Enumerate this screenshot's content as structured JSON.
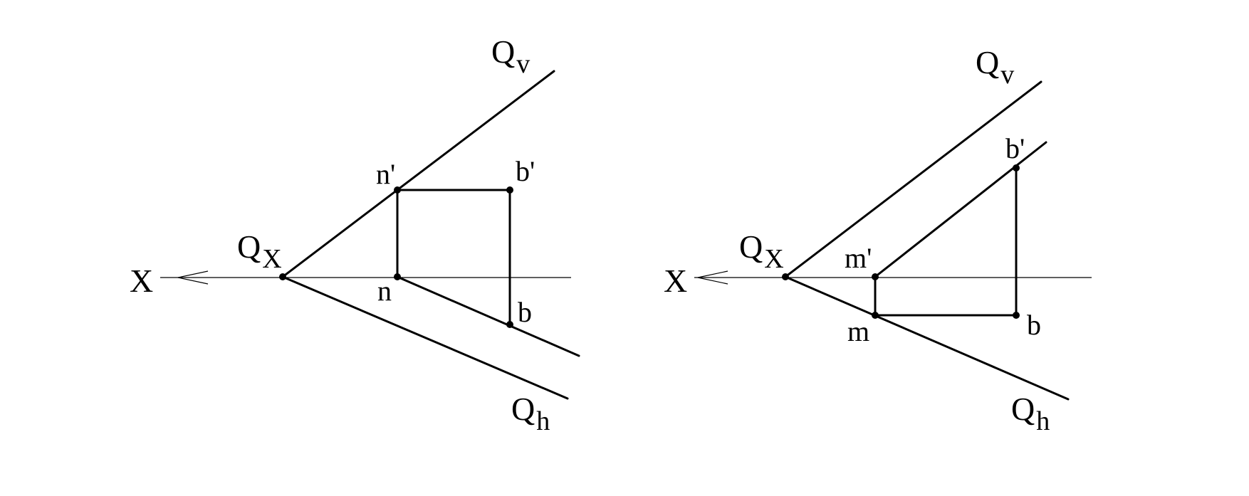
{
  "figures": [
    {
      "axis_label": "X",
      "trace_v": {
        "base": "Q",
        "sub": "v"
      },
      "trace_h": {
        "base": "Q",
        "sub": "h"
      },
      "origin": {
        "base": "Q",
        "sub": "X"
      },
      "points": [
        "n'",
        "b'",
        "n",
        "b"
      ]
    },
    {
      "axis_label": "X",
      "trace_v": {
        "base": "Q",
        "sub": "v"
      },
      "trace_h": {
        "base": "Q",
        "sub": "h"
      },
      "origin": {
        "base": "Q",
        "sub": "X"
      },
      "points": [
        "m'",
        "b'",
        "m",
        "b"
      ]
    }
  ],
  "colors": {
    "ink": "#000000",
    "background": "#ffffff"
  }
}
